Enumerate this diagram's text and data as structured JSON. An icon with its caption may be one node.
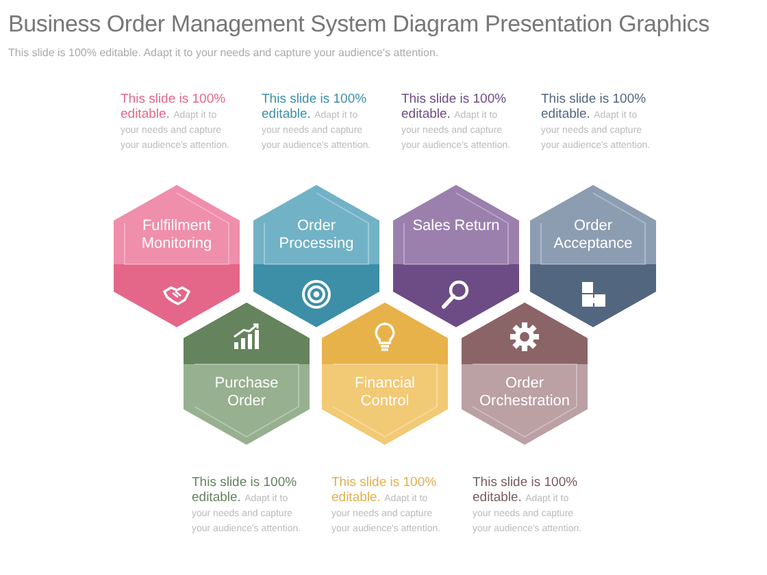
{
  "diagram": {
    "title": "Business Order Management System Diagram Presentation Graphics",
    "caption": "This slide is 100% editable. Adapt it to your needs and capture your audience's attention.",
    "nodes": [
      {
        "text": [
          "Fulfillment Monitoring"
        ],
        "beside": [
          "This slide is 100% editable.",
          "Adapt it to your needs and capture your audience's attention."
        ]
      },
      {
        "text": [
          "Order Processing"
        ],
        "beside": [
          "This slide is 100% editable.",
          "Adapt it to your needs and capture your audience's attention."
        ]
      },
      {
        "text": [
          "Sales Return"
        ],
        "beside": [
          "This slide is 100% editable.",
          "Adapt it to your needs and capture your audience's attention."
        ]
      },
      {
        "text": [
          "Order Acceptance"
        ],
        "beside": [
          "This slide is 100% editable.",
          "Adapt it to your needs and capture your audience's attention."
        ]
      },
      {
        "text": [
          "Purchase Order"
        ],
        "beside": [
          "This slide is 100% editable.",
          "Adapt it to your needs and capture your audience's attention."
        ]
      },
      {
        "text": [
          "Financial Control"
        ],
        "beside": [
          "This slide is 100% editable.",
          "Adapt it to your needs and capture your audience's attention."
        ]
      },
      {
        "text": [
          "Order Orchestration"
        ],
        "beside": [
          "This slide is 100% editable.",
          "Adapt it to your needs and capture your audience's attention."
        ]
      }
    ]
  }
}
